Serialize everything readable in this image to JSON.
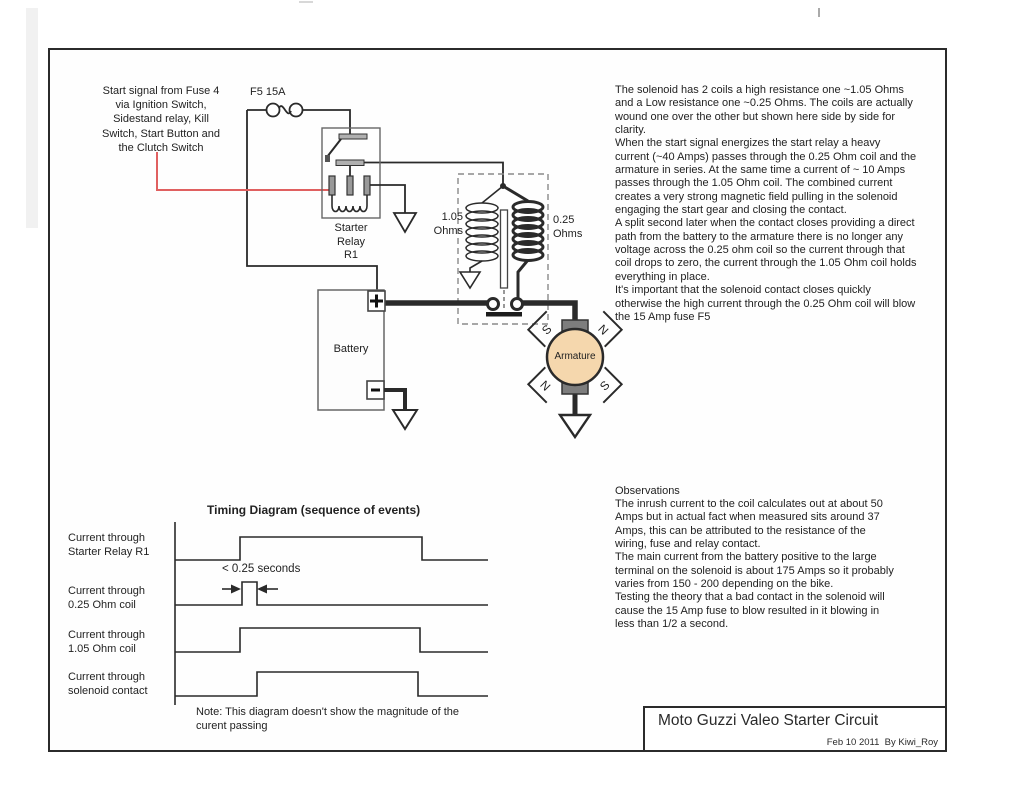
{
  "title_block": {
    "title": "Moto Guzzi Valeo Starter Circuit",
    "dated": "Feb 10 2011  By Kiwi_Roy"
  },
  "labels": {
    "start_signal": "Start signal from Fuse 4\nvia Ignition Switch,\nSidestand relay, Kill\nSwitch, Start Button and\nthe Clutch Switch",
    "fuse": "F5 15A",
    "relay": "Starter\nRelay\nR1",
    "coil_high": "1.05\nOhms",
    "coil_low": "0.25\nOhms",
    "battery": "Battery",
    "armature": "Armature",
    "magnet_tl": "S",
    "magnet_tr": "N",
    "magnet_bl": "N",
    "magnet_br": "S"
  },
  "solenoid_description": "The solenoid has 2 coils a high resistance one ~1.05 Ohms\nand a Low resistance one ~0.25 Ohms. The coils are actually\nwound one over the other but shown here side by side for\nclarity.\nWhen the start signal energizes the start relay a heavy\ncurrent (~40 Amps) passes through the 0.25 Ohm coil and the\narmature in series. At the same time a current of ~ 10 Amps\npasses through the 1.05 Ohm coil. The combined current\ncreates a very strong magnetic field pulling in the solenoid\nengaging the start gear and closing the contact.\nA split second later when the contact closes providing a direct\npath from the battery to the armature there is no longer any\nvoltage across the 0.25 ohm coil so the current through that\ncoil drops to zero, the current through the 1.05 Ohm coil holds\neverything in place.\nIt's important that the solenoid contact closes quickly\notherwise the high current through the 0.25 Ohm coil will blow\nthe 15 Amp fuse F5",
  "observations": {
    "heading": "Observations",
    "body": "The inrush current to the coil calculates out at about 50\nAmps but in actual fact when measured sits around 37\nAmps, this can be attributed to the resistance of the\nwiring, fuse and relay contact.\nThe main current from the battery positive to the large\nterminal on the solenoid is about 175 Amps so it probably\nvaries from 150 - 200 depending on the bike.\nTesting the theory that a bad contact in the solenoid will\ncause the 15 Amp fuse to blow resulted in it blowing in\nless than 1/2 a second."
  },
  "timing_diagram": {
    "title": "Timing Diagram (sequence of events)",
    "row_labels": [
      "Current through\nStarter Relay R1",
      "Current through\n0.25 Ohm coil",
      "Current through\n1.05 Ohm coil",
      "Current through\nsolenoid contact"
    ],
    "pulse_annotation": "< 0.25 seconds",
    "note": "Note: This diagram doesn't show the magnitude of the\ncurent passing"
  },
  "colors": {
    "wire": "#2a2a2a",
    "start_signal_wire": "#e06060",
    "armature_fill": "#f5d7ad",
    "relay_outline": "#555555"
  }
}
